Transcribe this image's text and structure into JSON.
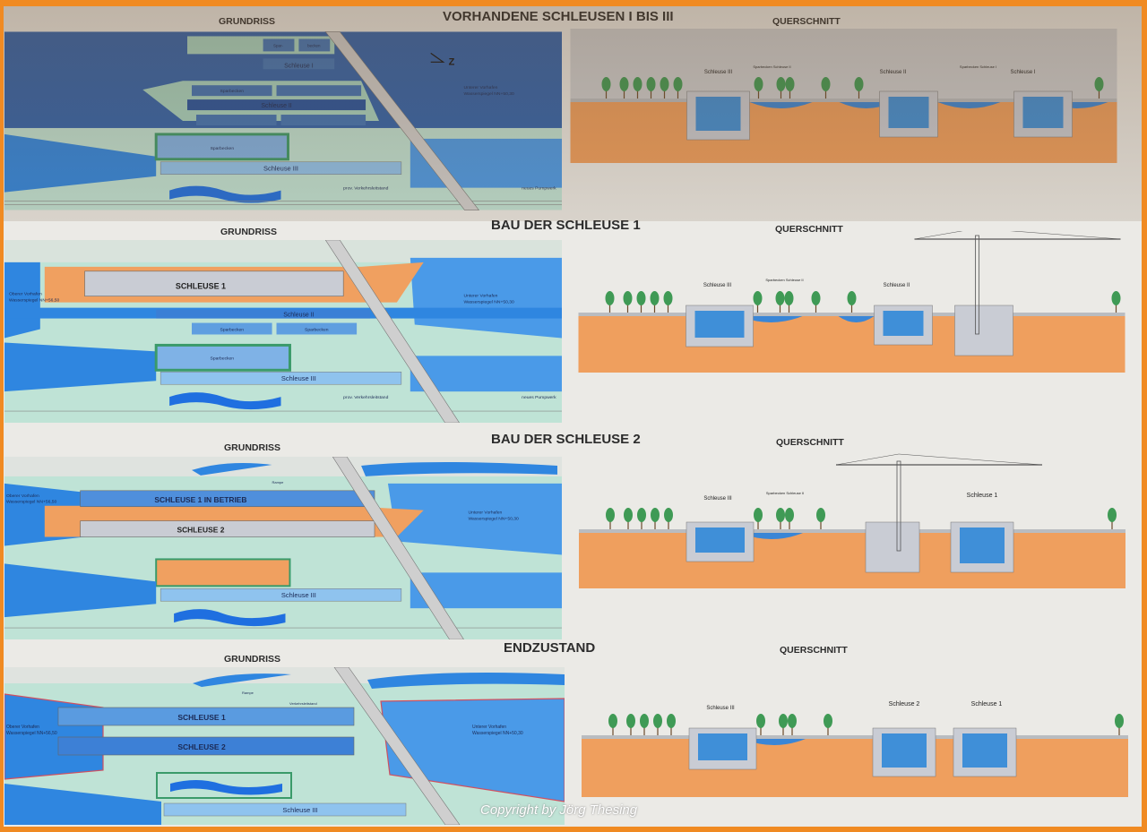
{
  "bands": [
    {
      "title": "VORHANDENE SCHLEUSEN I BIS III",
      "plan_title": "GRUNDRISS",
      "section_title": "QUERSCHNITT",
      "plan": {
        "lock_1": "Schleuse I",
        "lock_2": "Schleuse II",
        "lock_3": "Schleuse III",
        "basin": "Sparbecken",
        "basin_a": "Spar-",
        "basin_b": "becken",
        "lower_harbor": "Unterer Vorhafen",
        "lower_level": "Wasserspiegel NN+50,30",
        "control": "prov. Verkehrsleitstand",
        "pump": "neues Pumpwerk",
        "north": "Z"
      },
      "section": {
        "lock_3": "Schleuse III",
        "lock_2": "Schleuse II",
        "lock_1": "Schleuse I",
        "basin_2": "Sparbecken Schleuse II",
        "basin_1": "Sparbecken Schleuse I"
      }
    },
    {
      "title": "BAU DER SCHLEUSE 1",
      "plan_title": "GRUNDRISS",
      "section_title": "QUERSCHNITT",
      "plan": {
        "lock_new": "SCHLEUSE 1",
        "lock_2": "Schleuse II",
        "lock_3": "Schleuse III",
        "basin": "Sparbecken",
        "upper_harbor": "Oberer Vorhafen",
        "upper_level": "Wasserspiegel NN+56,50",
        "lower_harbor": "Unterer Vorhafen",
        "lower_level": "Wasserspiegel NN+50,30",
        "control": "prov. Verkehrsleitstand",
        "pump": "neues Pumpwerk"
      },
      "section": {
        "lock_3": "Schleuse III",
        "lock_2": "Schleuse II",
        "basin_2": "Sparbecken Schleuse II"
      }
    },
    {
      "title": "BAU DER SCHLEUSE 2",
      "plan_title": "GRUNDRISS",
      "section_title": "QUERSCHNITT",
      "plan": {
        "lock_1": "SCHLEUSE 1 IN BETRIEB",
        "lock_new": "SCHLEUSE 2",
        "lock_3": "Schleuse III",
        "upper_harbor": "Oberer Vorhafen",
        "upper_level": "Wasserspiegel NN+56,50",
        "lower_harbor": "Unterer Vorhafen",
        "lower_level": "Wasserspiegel NN+50,30",
        "ramp": "Rampe"
      },
      "section": {
        "lock_3": "Schleuse III",
        "lock_1": "Schleuse 1",
        "basin_2": "Sparbecken Schleuse II"
      }
    },
    {
      "title": "ENDZUSTAND",
      "plan_title": "GRUNDRISS",
      "section_title": "QUERSCHNITT",
      "plan": {
        "lock_1": "SCHLEUSE 1",
        "lock_2": "SCHLEUSE 2",
        "lock_3": "Schleuse III",
        "upper_harbor": "Oberer Vorhafen",
        "upper_level": "Wasserspiegel NN+56,50",
        "lower_harbor": "Unterer Vorhafen",
        "lower_level": "Wasserspiegel NN+50,30",
        "ramp": "Rampe",
        "control": "Verkehrsleitstand"
      },
      "section": {
        "lock_3": "Schleuse III",
        "lock_2": "Schleuse 2",
        "lock_1": "Schleuse 1"
      }
    }
  ],
  "copyright": "Copyright  by Jörg Thesing"
}
